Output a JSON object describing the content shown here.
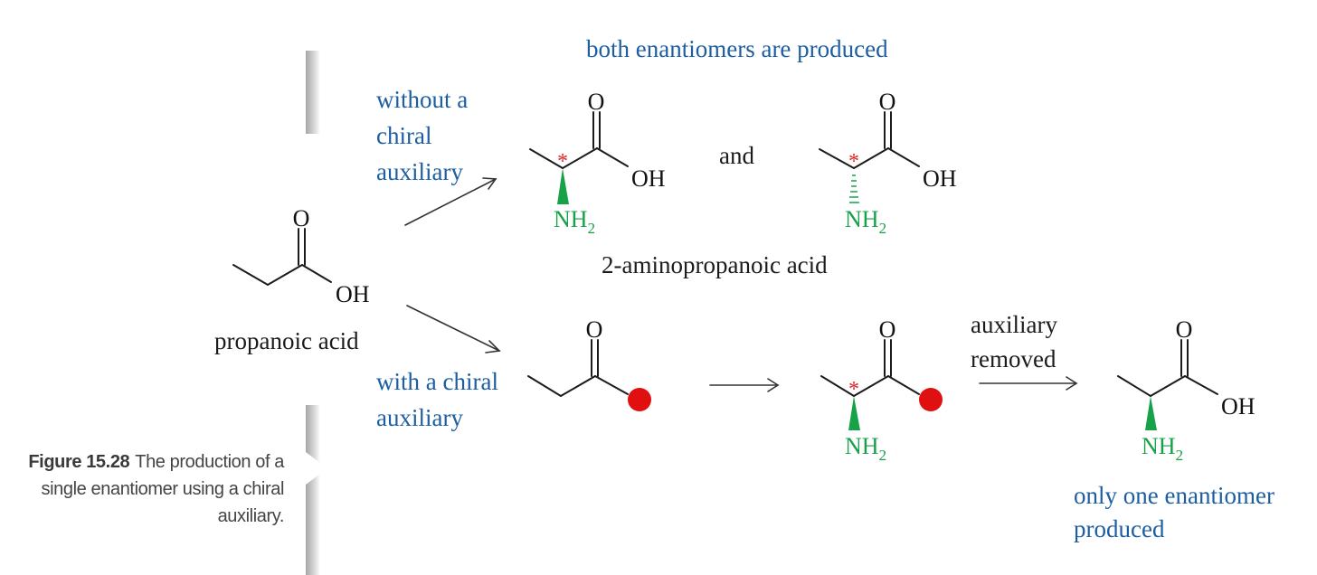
{
  "labels": {
    "both_enantiomers": "both enantiomers are produced",
    "without_line1": "without a",
    "without_line2": "chiral",
    "without_line3": "auxiliary",
    "and": "and",
    "aminopropanoic": "2-aminopropanoic acid",
    "propanoic": "propanoic acid",
    "with_line1": "with a chiral",
    "with_line2": "auxiliary",
    "aux_removed_line1": "auxiliary",
    "aux_removed_line2": "removed",
    "only_one_line1": "only one enantiomer",
    "only_one_line2": "produced"
  },
  "atoms": {
    "oxygen": "O",
    "hydroxyl": "OH",
    "amine": "NH",
    "amine_subscript": "2",
    "chiral_star": "*"
  },
  "caption": {
    "number": "Figure 15.28",
    "text": "The production of a single enantiomer using a chiral auxiliary."
  },
  "colors": {
    "label_blue": "#1c5ea1",
    "amine_green": "#17a24a",
    "chiral_star_red": "#e02525",
    "auxiliary_red": "#e01010",
    "text_black": "#1b1b1b"
  }
}
